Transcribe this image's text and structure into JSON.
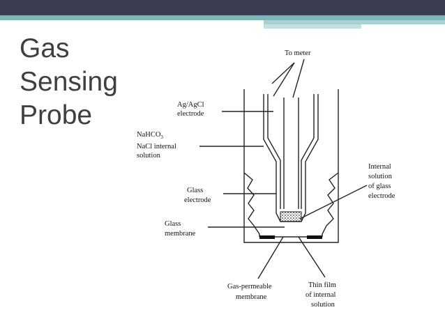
{
  "slide": {
    "title_lines": [
      "Gas",
      "Sensing",
      "Probe"
    ]
  },
  "diagram": {
    "labels": {
      "to_meter": "To meter",
      "ag_agcl": [
        "Ag/AgCl",
        "electrode"
      ],
      "nahco3": [
        "NaHCO",
        "3",
        "NaCl internal",
        "solution"
      ],
      "glass_electrode": [
        "Glass",
        "electrode"
      ],
      "glass_membrane": [
        "Glass",
        "membrane"
      ],
      "internal_solution": [
        "Internal",
        "solution",
        "of glass",
        "electrode"
      ],
      "gas_permeable": [
        "Gas-permeable",
        "membrane"
      ],
      "thin_film": [
        "Thin film",
        "of internal",
        "solution"
      ]
    }
  }
}
